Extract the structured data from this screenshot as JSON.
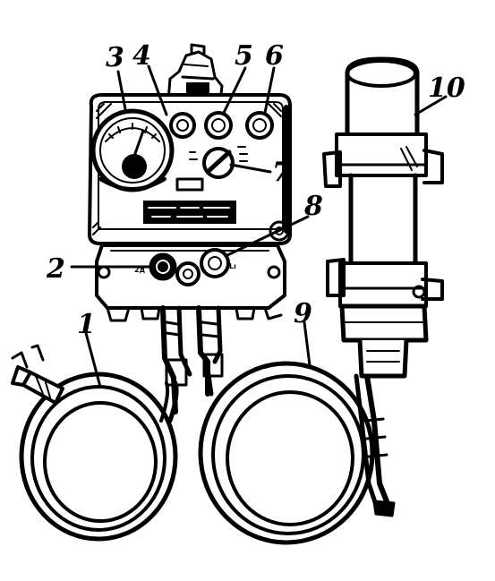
{
  "figure": {
    "callouts": [
      {
        "id": "c1",
        "label": "1"
      },
      {
        "id": "c2",
        "label": "2"
      },
      {
        "id": "c3",
        "label": "3"
      },
      {
        "id": "c4",
        "label": "4"
      },
      {
        "id": "c5",
        "label": "5"
      },
      {
        "id": "c6",
        "label": "6"
      },
      {
        "id": "c7",
        "label": "7"
      },
      {
        "id": "c8",
        "label": "8"
      },
      {
        "id": "c9",
        "label": "9"
      },
      {
        "id": "c10",
        "label": "10"
      }
    ],
    "panel_marks": {
      "left_socket": "2д",
      "right_socket": "Lı"
    }
  }
}
